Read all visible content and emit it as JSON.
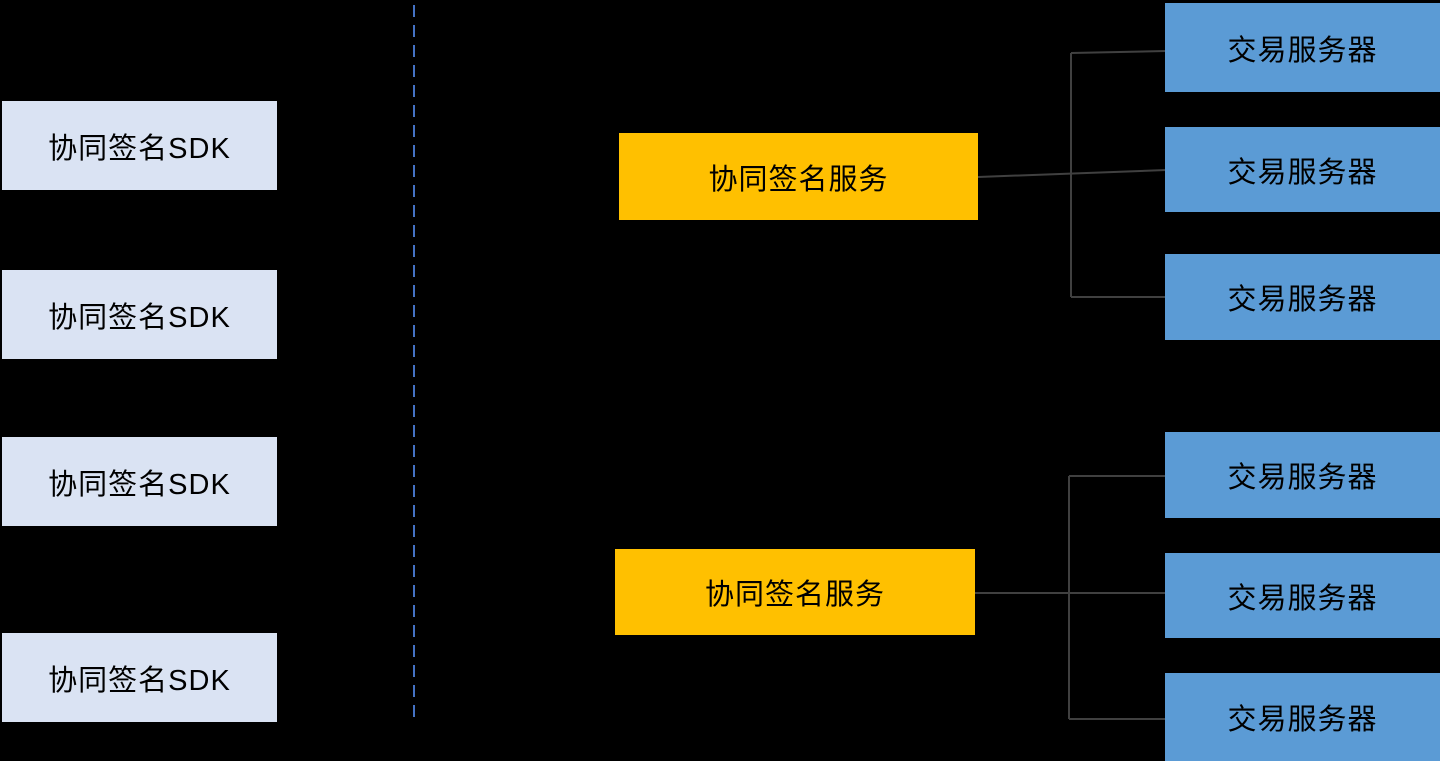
{
  "diagram": {
    "background_color": "#000000",
    "divider": {
      "style": "dashed-vertical",
      "color": "#4472c4"
    },
    "connector_color": "#404040",
    "left_column": {
      "box_color": "#dae3f3",
      "items": [
        {
          "label": "协同签名SDK"
        },
        {
          "label": "协同签名SDK"
        },
        {
          "label": "协同签名SDK"
        },
        {
          "label": "协同签名SDK"
        }
      ]
    },
    "clusters": [
      {
        "service": {
          "label": "协同签名服务",
          "color": "#ffc000"
        },
        "servers": [
          {
            "label": "交易服务器",
            "color": "#5b9bd5"
          },
          {
            "label": "交易服务器",
            "color": "#5b9bd5"
          },
          {
            "label": "交易服务器",
            "color": "#5b9bd5"
          }
        ]
      },
      {
        "service": {
          "label": "协同签名服务",
          "color": "#ffc000"
        },
        "servers": [
          {
            "label": "交易服务器",
            "color": "#5b9bd5"
          },
          {
            "label": "交易服务器",
            "color": "#5b9bd5"
          },
          {
            "label": "交易服务器",
            "color": "#5b9bd5"
          }
        ]
      }
    ]
  }
}
